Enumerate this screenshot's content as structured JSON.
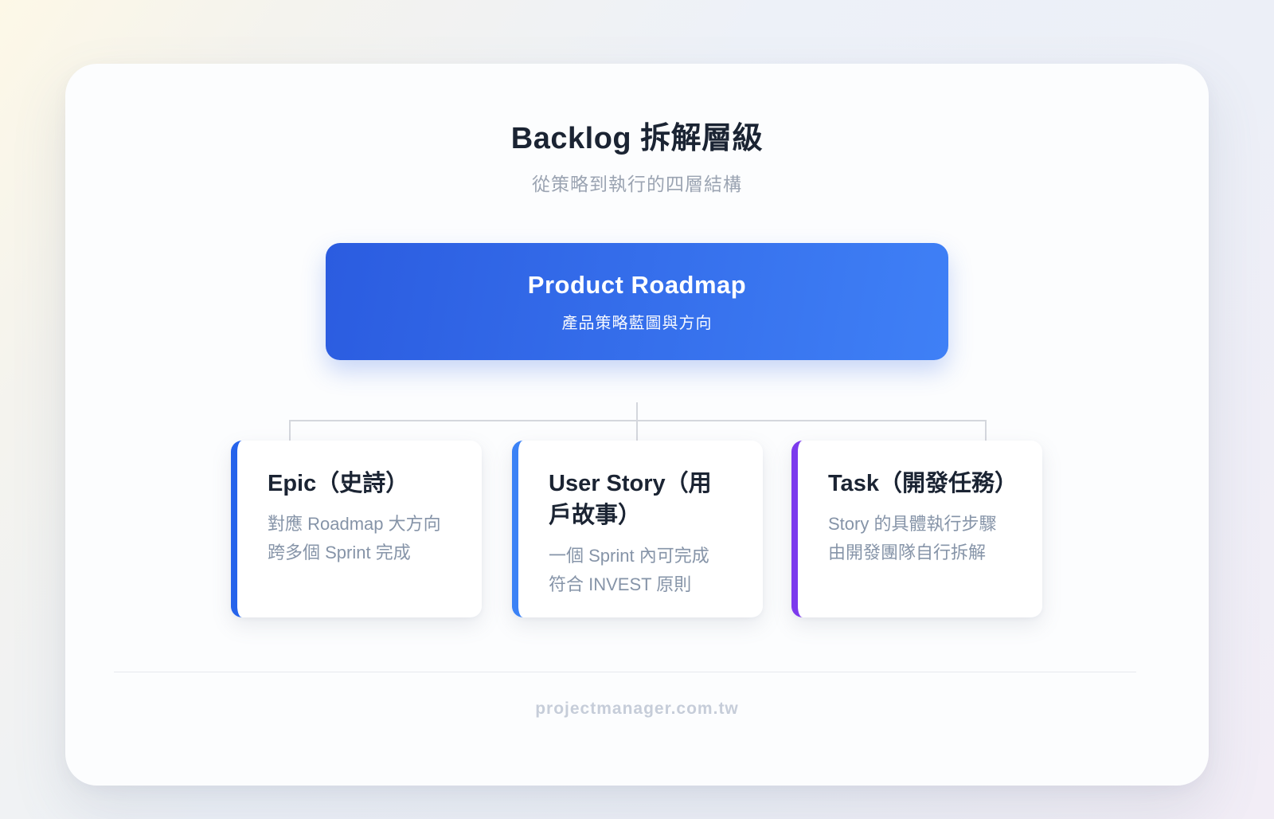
{
  "page": {
    "title": "Backlog 拆解層級",
    "subtitle": "從策略到執行的四層結構",
    "footer": "projectmanager.com.tw"
  },
  "root_node": {
    "title": "Product Roadmap",
    "subtitle": "產品策略藍圖與方向",
    "gradient_start": "#2b5ce0",
    "gradient_end": "#3f80f6"
  },
  "children": [
    {
      "title": "Epic（史詩）",
      "line1": "對應 Roadmap 大方向",
      "line2": "跨多個 Sprint 完成",
      "accent": "#2563eb"
    },
    {
      "title": "User Story（用戶故事）",
      "line1": "一個 Sprint 內可完成",
      "line2": "符合 INVEST 原則",
      "accent": "#3b82f6"
    },
    {
      "title": "Task（開發任務）",
      "line1": "Story 的具體執行步驟",
      "line2": "由開發團隊自行拆解",
      "accent": "#7c3aed"
    }
  ]
}
